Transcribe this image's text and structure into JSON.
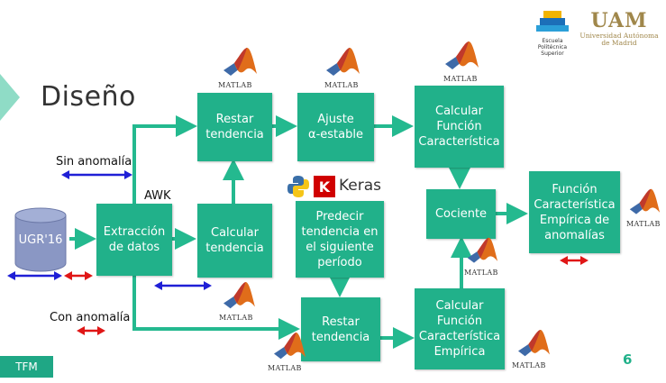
{
  "slide": {
    "title": "Diseño",
    "footer_tag": "TFM",
    "page_number": "6"
  },
  "logos": {
    "eps_lines": [
      "Escuela",
      "Politécnica",
      "Superior"
    ],
    "uam_name": "UAM",
    "uam_sub_lines": [
      "Universidad Autónoma",
      "de Madrid"
    ],
    "keras_label": "Keras",
    "keras_k": "K",
    "matlab_label": "MATLAB"
  },
  "labels": {
    "no_anomaly": "Sin anomalía",
    "with_anomaly": "Con anomalía",
    "awk": "AWK"
  },
  "nodes": {
    "ugr": "UGR'16",
    "extraction": "Extracción\nde datos",
    "restar_top": "Restar\ntendencia",
    "ajuste": "Ajuste\nα-estable",
    "calc_func": "Calcular\nFunción\nCaracterística",
    "calc_tend": "Calcular\ntendencia",
    "predecir": "Predecir\ntendencia en\nel siguiente\nperíodo",
    "cociente": "Cociente",
    "func_anom": "Función\nCaracterística\nEmpírica de\nanomalías",
    "restar_bottom": "Restar\ntendencia",
    "calc_emp": "Calcular\nFunción\nCaracterística\nEmpírica"
  },
  "colors": {
    "box": "#21b18a",
    "arrow": "#24b98f",
    "blue_marker": "#1f1fd6",
    "red_marker": "#e01616"
  }
}
